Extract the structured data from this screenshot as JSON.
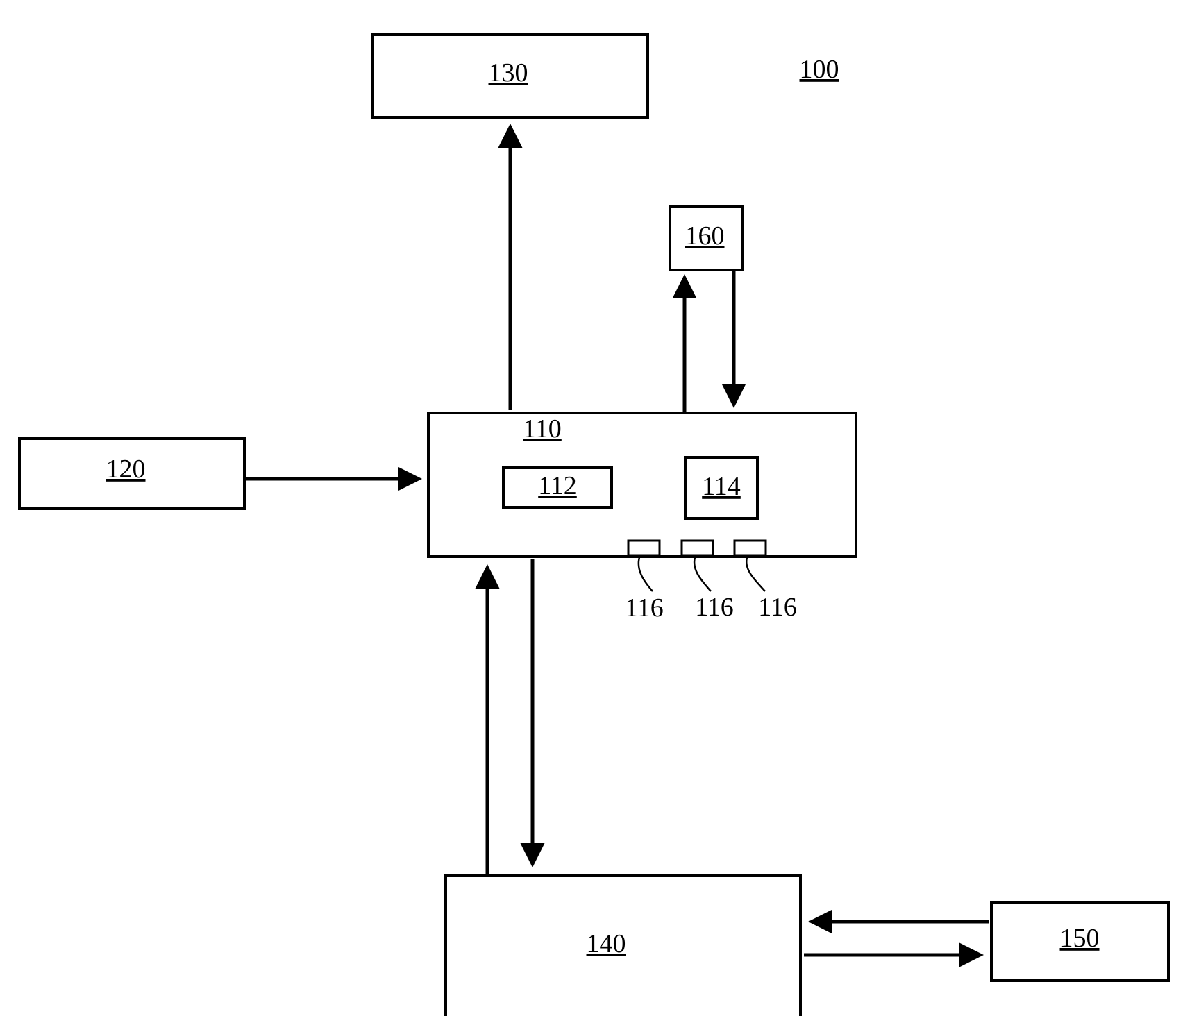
{
  "figure": {
    "ref": "100",
    "blocks": {
      "b110": "110",
      "b112": "112",
      "b114": "114",
      "b120": "120",
      "b130": "130",
      "b140": "140",
      "b150": "150",
      "b160": "160"
    },
    "ports": [
      "116",
      "116",
      "116"
    ]
  }
}
